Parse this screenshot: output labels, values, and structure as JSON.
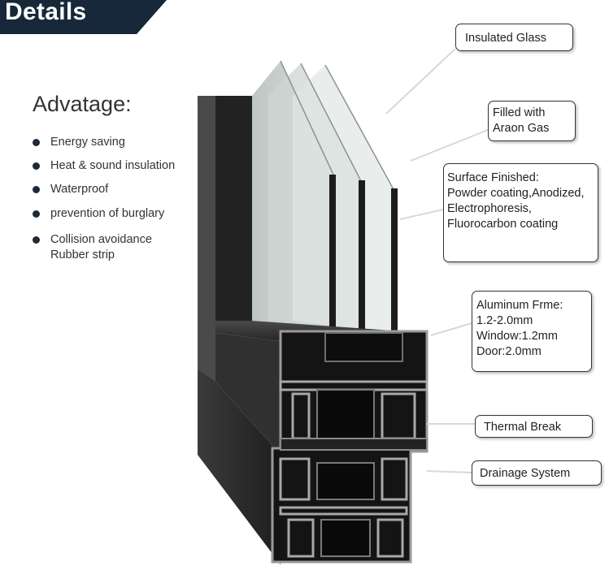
{
  "header": {
    "title": "Details"
  },
  "advantages": {
    "title": "Advatage:",
    "items": [
      "Energy saving",
      "Heat & sound insulation",
      "Waterproof",
      "prevention of burglary",
      "Collision avoidance\nRubber strip"
    ]
  },
  "callouts": {
    "insulated_glass": "Insulated Glass",
    "filled_gas": "Filled with\nAraon Gas",
    "surface": "Surface Finished:\nPowder coating,Anodized,\nElectrophoresis,\nFluorocarbon coating",
    "aluminum": "Aluminum Frme:\n1.2-2.0mm\nWindow:1.2mm\nDoor:2.0mm",
    "thermal_break": "Thermal Break",
    "drainage": "Drainage System"
  },
  "colors": {
    "banner": "#16283a",
    "frame": "#2b2b2b",
    "glass": "#c9d2cf",
    "edge": "#a8a8a8"
  }
}
